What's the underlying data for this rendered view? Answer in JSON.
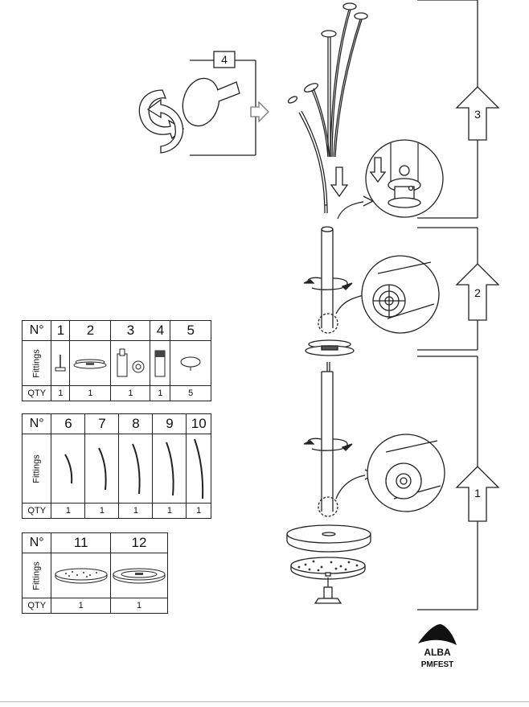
{
  "step_callouts": {
    "step1": "1",
    "step2": "2",
    "step3": "3",
    "step4": "4"
  },
  "table1": {
    "no_label": "N°",
    "fittings_label": "Fittings",
    "qty_label": "QTY",
    "items": [
      {
        "n": "1",
        "qty": "1"
      },
      {
        "n": "2",
        "qty": "1"
      },
      {
        "n": "3",
        "qty": "1"
      },
      {
        "n": "4",
        "qty": "1"
      },
      {
        "n": "5",
        "qty": "5"
      }
    ]
  },
  "table2": {
    "no_label": "N°",
    "fittings_label": "Fittings",
    "qty_label": "QTY",
    "items": [
      {
        "n": "6",
        "qty": "1"
      },
      {
        "n": "7",
        "qty": "1"
      },
      {
        "n": "8",
        "qty": "1"
      },
      {
        "n": "9",
        "qty": "1"
      },
      {
        "n": "10",
        "qty": "1"
      }
    ]
  },
  "table3": {
    "no_label": "N°",
    "fittings_label": "Fittings",
    "qty_label": "QTY",
    "items": [
      {
        "n": "11",
        "qty": "1"
      },
      {
        "n": "12",
        "qty": "1"
      }
    ]
  },
  "brand": {
    "name": "ALBA",
    "sub": "PMFEST"
  }
}
